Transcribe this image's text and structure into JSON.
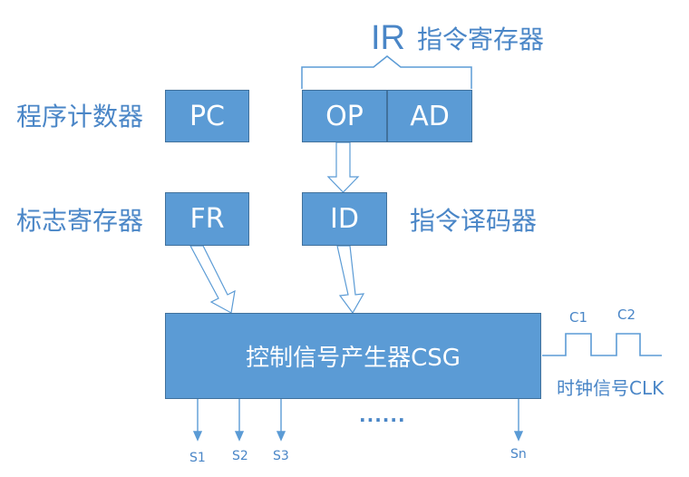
{
  "ir": {
    "abbr": "IR",
    "name": "指令寄存器"
  },
  "registers": {
    "pc_label": "程序计数器",
    "pc": "PC",
    "op": "OP",
    "ad": "AD",
    "fr_label": "标志寄存器",
    "fr": "FR",
    "id": "ID",
    "id_label": "指令译码器"
  },
  "csg": {
    "label": "控制信号产生器CSG"
  },
  "clock": {
    "c1": "C1",
    "c2": "C2",
    "label": "时钟信号CLK"
  },
  "outputs": {
    "s1": "S1",
    "s2": "S2",
    "s3": "S3",
    "ellipsis": "......",
    "sn": "Sn"
  },
  "colors": {
    "box_fill": "#5b9bd5",
    "box_border": "#41719c",
    "text": "#4a86c7"
  }
}
